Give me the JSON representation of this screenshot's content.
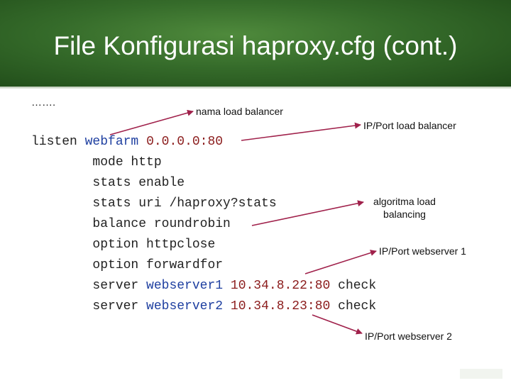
{
  "slide": {
    "title": "File Konfigurasi haproxy.cfg (cont.)",
    "ellipsis": "…….",
    "annotations": {
      "name": "nama load balancer",
      "ip_port_lb": "IP/Port load balancer",
      "algo_line1": "algoritma load",
      "algo_line2": "balancing",
      "ip_port_ws1": "IP/Port webserver 1",
      "ip_port_ws2": "IP/Port webserver 2"
    },
    "code": {
      "listen_kw": "listen",
      "listen_name": "webfarm",
      "listen_addr": "0.0.0.0:80",
      "mode_line": "mode http",
      "stats_enable": "stats enable",
      "stats_uri": "stats uri /haproxy?stats",
      "balance": "balance roundrobin",
      "opt_close": "option httpclose",
      "opt_fwd": "option forwardfor",
      "server_kw": "server",
      "ws1_name": "webserver1",
      "ws1_addr": "10.34.8.22:80",
      "ws2_name": "webserver2",
      "ws2_addr": "10.34.8.23:80",
      "check_kw": "check"
    },
    "colors": {
      "header": "#356b2a",
      "arrow": "#a0214b",
      "keyword_blue": "#1e3fa0",
      "keyword_red": "#8b1c1c"
    }
  }
}
